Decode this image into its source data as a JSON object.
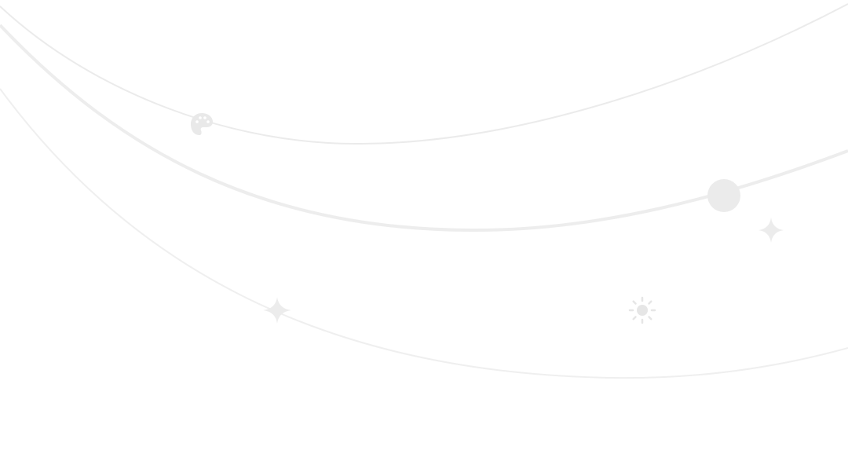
{
  "background": {
    "color": "#ffffff",
    "stroke_color": "#ebebeb",
    "fill_color": "#ececec"
  },
  "decorations": {
    "arcs": [
      "top-arc",
      "middle-arc",
      "bottom-arc"
    ],
    "icons": [
      "palette-icon",
      "circle-dot-icon",
      "sparkle-icon",
      "sparkle-icon",
      "sun-icon"
    ]
  }
}
